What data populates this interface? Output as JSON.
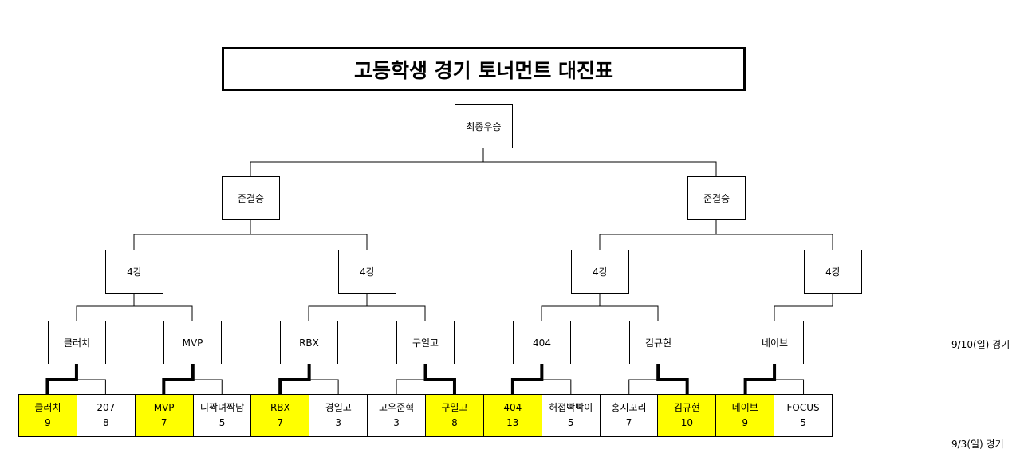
{
  "title": "고등학생 경기 토너먼트 대진표",
  "champion": "최종우승",
  "finals": [
    "준결승",
    "준결승"
  ],
  "semis": [
    "4강",
    "4강",
    "4강",
    "4강"
  ],
  "quarters": [
    "클러치",
    "MVP",
    "RBX",
    "구일고",
    "404",
    "김규현",
    "네이브"
  ],
  "teams": [
    {
      "name": "클러치",
      "score": "9",
      "winner": true
    },
    {
      "name": "207",
      "score": "8",
      "winner": false
    },
    {
      "name": "MVP",
      "score": "7",
      "winner": true
    },
    {
      "name": "니짝녀짝남",
      "score": "5",
      "winner": false
    },
    {
      "name": "RBX",
      "score": "7",
      "winner": true
    },
    {
      "name": "경일고",
      "score": "3",
      "winner": false
    },
    {
      "name": "고우준혁",
      "score": "3",
      "winner": false
    },
    {
      "name": "구일고",
      "score": "8",
      "winner": true
    },
    {
      "name": "404",
      "score": "13",
      "winner": true
    },
    {
      "name": "허접빡빡이",
      "score": "5",
      "winner": false
    },
    {
      "name": "홍시꼬리",
      "score": "7",
      "winner": false
    },
    {
      "name": "김규현",
      "score": "10",
      "winner": true
    },
    {
      "name": "네이브",
      "score": "9",
      "winner": true
    },
    {
      "name": "FOCUS",
      "score": "5",
      "winner": false
    }
  ],
  "notes": {
    "quarter_date": "9/10(일) 경기",
    "first_round_date": "9/3(일) 경기"
  },
  "colors": {
    "winner": "#ffff00"
  }
}
